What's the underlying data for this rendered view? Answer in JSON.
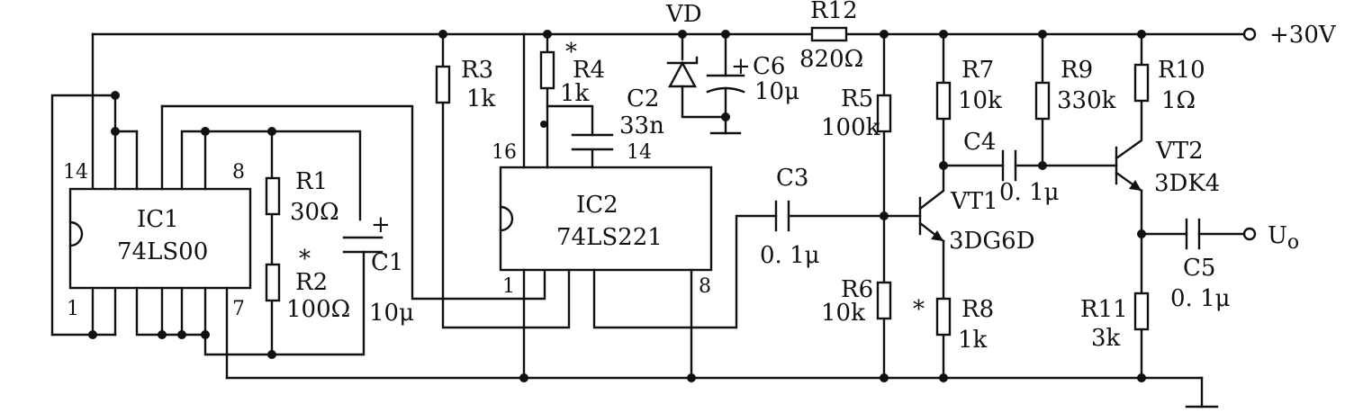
{
  "ic1": {
    "name": "IC1",
    "part": "74LS00",
    "pin_tl": "14",
    "pin_tr": "8",
    "pin_bl": "1",
    "pin_br": "7"
  },
  "ic2": {
    "name": "IC2",
    "part": "74LS221",
    "pin_tl": "16",
    "pin_c2": "14",
    "pin_bl": "1",
    "pin_br": "8"
  },
  "r1": {
    "name": "R1",
    "value": "30Ω"
  },
  "r2": {
    "name": "R2",
    "value": "100Ω",
    "mark": "*"
  },
  "c1": {
    "name": "C1",
    "value": "10μ",
    "pol": "+"
  },
  "r3": {
    "name": "R3",
    "value": "1k"
  },
  "r4": {
    "name": "R4",
    "value": "1k",
    "mark": "*"
  },
  "c2": {
    "name": "C2",
    "value": "33n"
  },
  "vd": {
    "name": "VD"
  },
  "c6": {
    "name": "C6",
    "value": "10μ",
    "pol": "+"
  },
  "r12": {
    "name": "R12",
    "value": "820Ω"
  },
  "supply": {
    "label": "+30V"
  },
  "c3": {
    "name": "C3",
    "value": "0. 1μ"
  },
  "r5": {
    "name": "R5",
    "value": "100k"
  },
  "r6": {
    "name": "R6",
    "value": "10k"
  },
  "r7": {
    "name": "R7",
    "value": "10k"
  },
  "r8": {
    "name": "R8",
    "value": "1k",
    "mark": "*"
  },
  "vt1": {
    "name": "VT1",
    "part": "3DG6D"
  },
  "c4": {
    "name": "C4",
    "value": "0. 1μ"
  },
  "r9": {
    "name": "R9",
    "value": "330k"
  },
  "r10": {
    "name": "R10",
    "value": "1Ω"
  },
  "vt2": {
    "name": "VT2",
    "part": "3DK4"
  },
  "c5": {
    "name": "C5",
    "value": "0. 1μ"
  },
  "r11": {
    "name": "R11",
    "value": "3k"
  },
  "output": {
    "label": "U",
    "sub": "o"
  }
}
